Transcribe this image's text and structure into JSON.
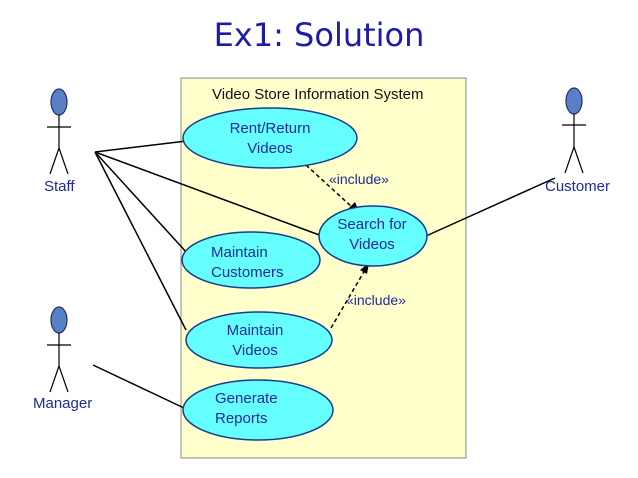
{
  "title": "Ex1: Solution",
  "system": {
    "name": "Video Store Information System",
    "fill": "#ffffcc",
    "border": "#888888"
  },
  "actors": {
    "staff": "Staff",
    "manager": "Manager",
    "customer": "Customer"
  },
  "use_cases": {
    "rent_return": {
      "line1": "Rent/Return",
      "line2": "Videos"
    },
    "search": {
      "line1": "Search for",
      "line2": "Videos"
    },
    "maintain_customers": {
      "line1": "Maintain",
      "line2": "Customers"
    },
    "maintain_videos": {
      "line1": "Maintain",
      "line2": "Videos"
    },
    "generate_reports": {
      "line1": "Generate",
      "line2": "Reports"
    }
  },
  "relations": {
    "include_1": "«include»",
    "include_2": "«include»"
  },
  "colors": {
    "title": "#1c1ca8",
    "usecase_fill": "#66ffff",
    "usecase_stroke": "#1a3c8f",
    "actor_head": "#5b7fc7",
    "text": "#1f2a9a"
  }
}
